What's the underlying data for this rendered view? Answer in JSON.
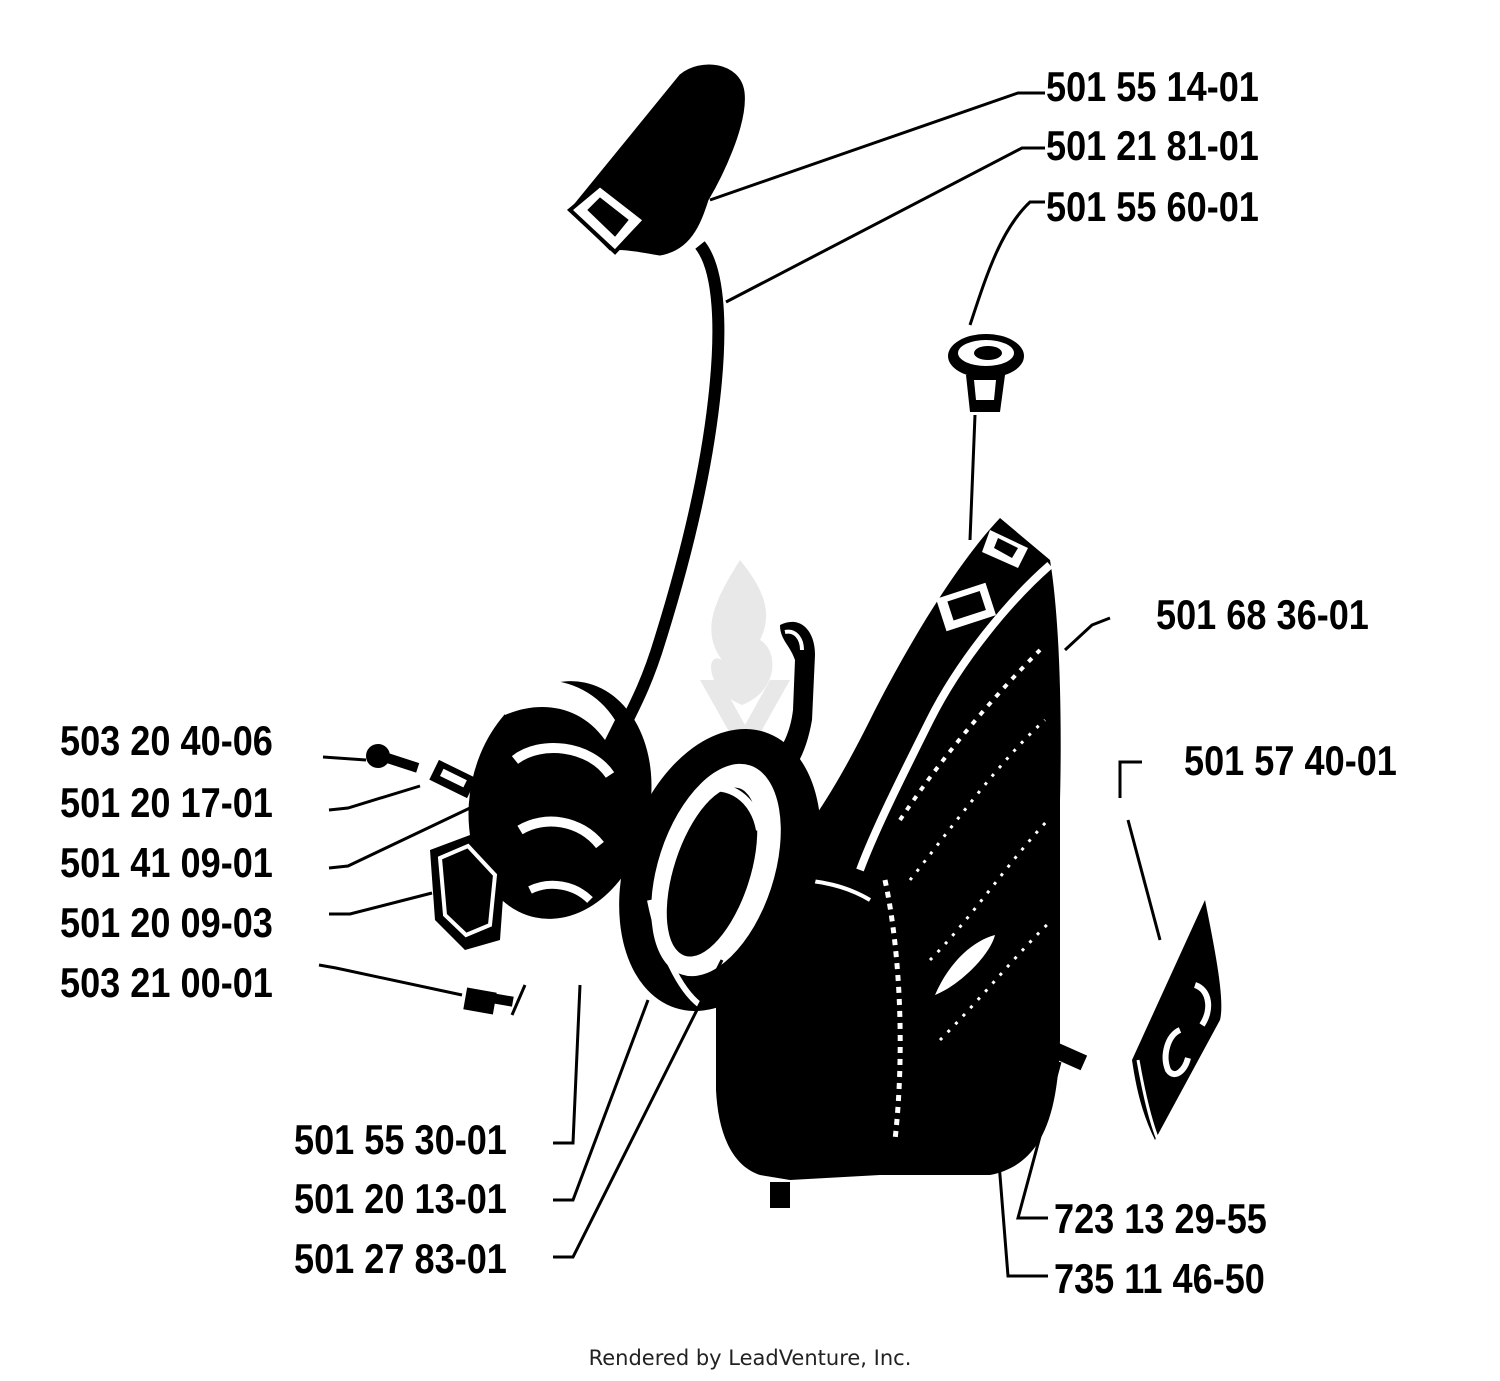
{
  "parts": {
    "p1": "501 55 14-01",
    "p2": "501 21 81-01",
    "p3": "501 55 60-01",
    "p4": "501 68 36-01",
    "p5": "501 57 40-01",
    "p6": "503 20 40-06",
    "p7": "501 20 17-01",
    "p8": "501 41 09-01",
    "p9": "501 20 09-03",
    "p10": "503 21 00-01",
    "p11": "501 55 30-01",
    "p12": "501 20 13-01",
    "p13": "501 27 83-01",
    "p14": "723 13 29-55",
    "p15": "735 11 46-50"
  },
  "footer": {
    "credit": "Rendered by LeadVenture, Inc."
  },
  "colors": {
    "ink": "#000000",
    "paper": "#ffffff",
    "watermark": "#e6e6e6"
  }
}
